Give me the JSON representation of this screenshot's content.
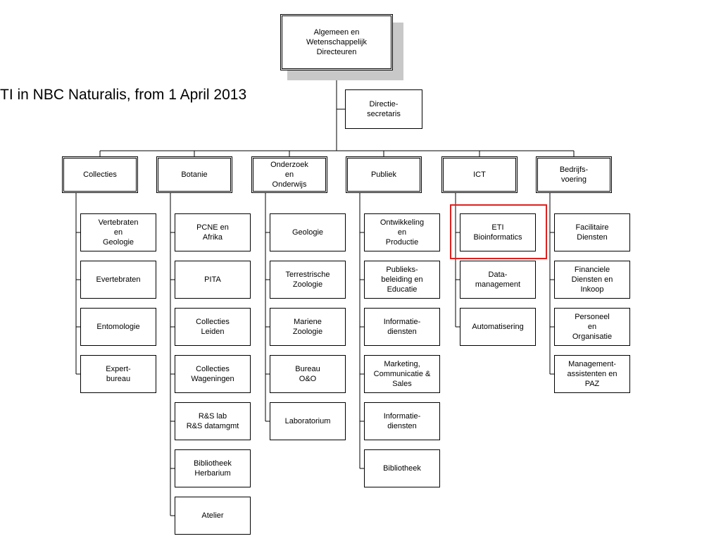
{
  "caption": "TI in NBC Naturalis, from 1 April 2013",
  "top": {
    "label": "Algemeen en\nWetenschappelijk\nDirecteuren"
  },
  "secretary": {
    "label": "Directie-\nsecretaris"
  },
  "departments": [
    {
      "label": "Collecties",
      "units": [
        "Vertebraten\nen\nGeologie",
        "Evertebraten",
        "Entomologie",
        "Expert-\nbureau"
      ]
    },
    {
      "label": "Botanie",
      "units": [
        "PCNE en\nAfrika",
        "PITA",
        "Collecties\nLeiden",
        "Collecties\nWageningen",
        "R&S lab\nR&S datamgmt",
        "Bibliotheek\nHerbarium",
        "Atelier"
      ]
    },
    {
      "label": "Onderzoek\nen\nOnderwijs",
      "units": [
        "Geologie",
        "Terrestrische\nZoologie",
        "Mariene\nZoologie",
        "Bureau\nO&O",
        "Laboratorium"
      ]
    },
    {
      "label": "Publiek",
      "units": [
        "Ontwikkeling\nen\nProductie",
        "Publieks-\nbeleiding en\nEducatie",
        "Informatie-\ndiensten",
        "Marketing,\nCommunicatie &\nSales",
        "Informatie-\ndiensten",
        "Bibliotheek"
      ]
    },
    {
      "label": "ICT",
      "units": [
        "ETI\nBioinformatics",
        "Data-\nmanagement",
        "Automatisering"
      ]
    },
    {
      "label": "Bedrijfs-\nvoering",
      "units": [
        "Facilitaire\nDiensten",
        "Financiele\nDiensten en\nInkoop",
        "Personeel\nen\nOrganisatie",
        "Management-\nassistenten en\nPAZ"
      ]
    }
  ],
  "highlight": {
    "department": "ICT",
    "unit": "ETI\nBioinformatics",
    "color": "#e02020"
  }
}
